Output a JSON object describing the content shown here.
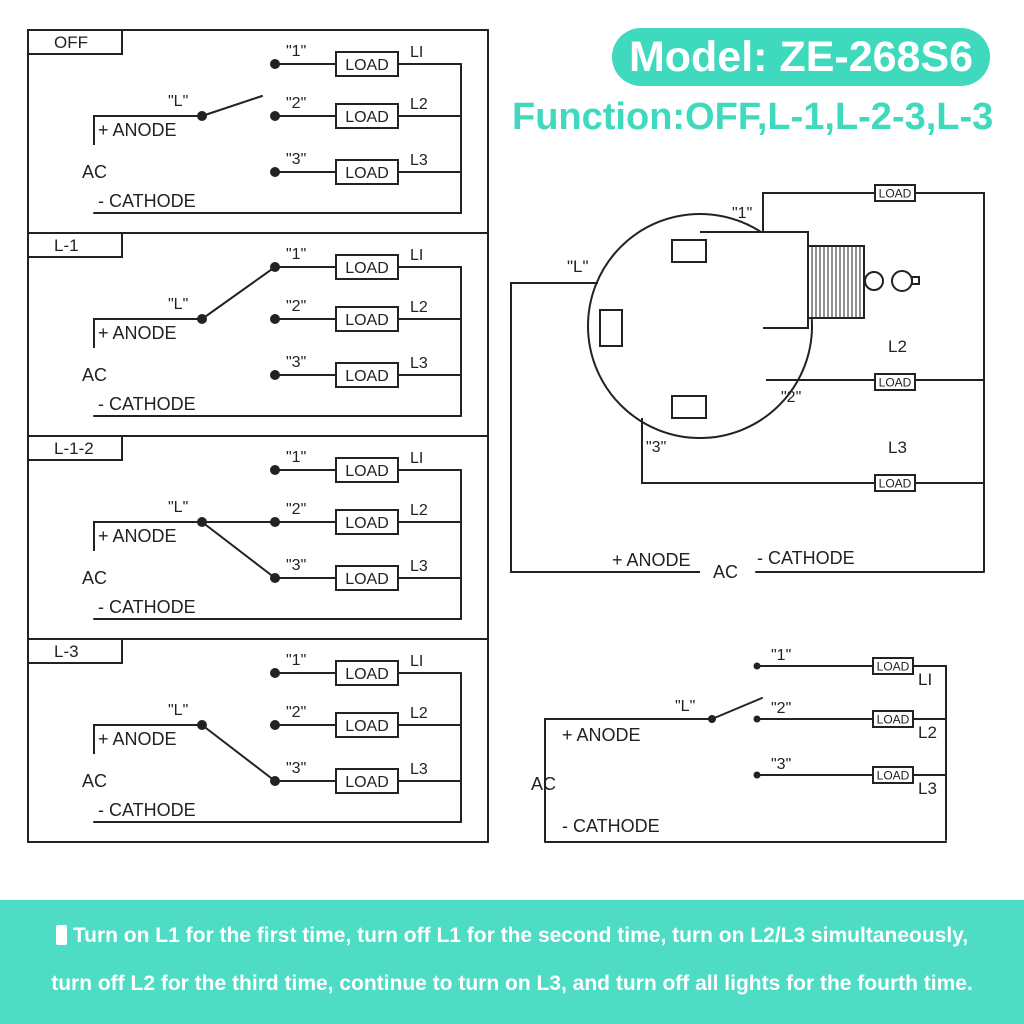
{
  "header": {
    "model": "Model: ZE-268S6",
    "function": "Function:OFF,L-1,L-2-3,L-3"
  },
  "labels": {
    "terminal_1": "\"1\"",
    "terminal_2": "\"2\"",
    "terminal_3": "\"3\"",
    "common": "\"L\"",
    "load": "LOAD",
    "anode": "+ ANODE",
    "cathode": "- CATHODE",
    "ac": "AC",
    "line_1": "LI",
    "line_2": "L2",
    "line_3": "L3"
  },
  "states": [
    {
      "label": "OFF",
      "connects": []
    },
    {
      "label": "L-1",
      "connects": [
        1
      ]
    },
    {
      "label": "L-1-2",
      "connects": [
        2,
        3
      ]
    },
    {
      "label": "L-3",
      "connects": [
        3
      ]
    }
  ],
  "banner": {
    "line1": "Turn on L1 for the first time, turn off L1 for the second time, turn on L2/L3 simultaneously,",
    "line2": "turn off L2 for the third time, continue to turn on L3, and turn off all lights for the fourth time."
  },
  "colors": {
    "accent": "#3fd9bd",
    "banner": "#4fdcc4",
    "line": "#222222"
  }
}
